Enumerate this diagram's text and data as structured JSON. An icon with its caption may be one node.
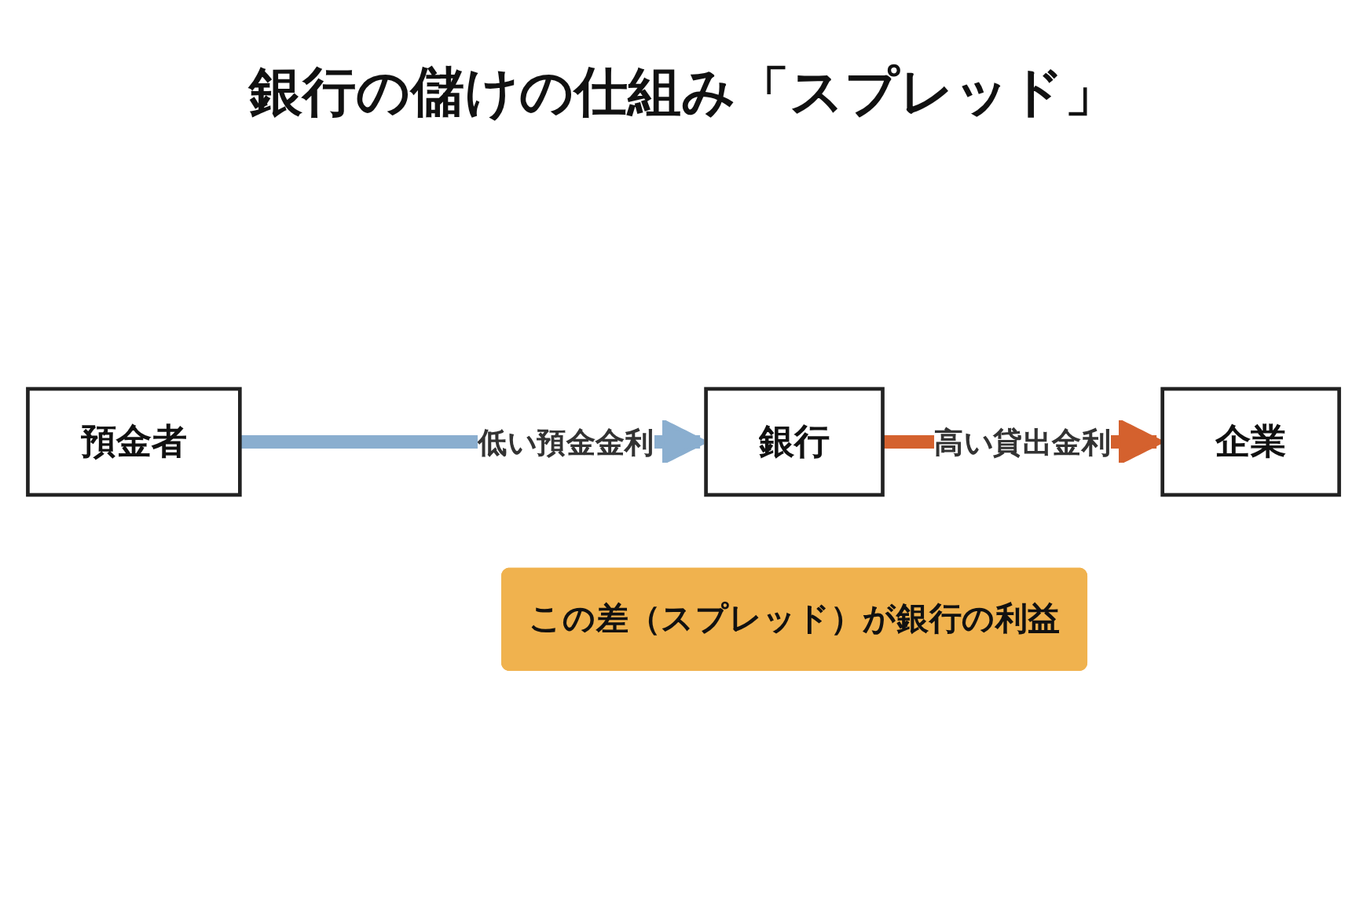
{
  "diagram": {
    "title": "銀行の儲けの仕組み「スプレッド」",
    "nodes": [
      {
        "text": [
          "預金者"
        ]
      },
      {
        "text": [
          "銀行"
        ]
      },
      {
        "text": [
          "企業"
        ]
      },
      {
        "text": [
          "この差（スプレッド）が銀行の利益"
        ]
      }
    ],
    "edges": [
      {
        "from": 0,
        "to": 1,
        "arrow": "to",
        "label": "低い預金金利",
        "color": "#8aaecf"
      },
      {
        "from": 1,
        "to": 2,
        "arrow": "to",
        "label": "高い貸出金利",
        "color": "#d4612e"
      }
    ]
  }
}
